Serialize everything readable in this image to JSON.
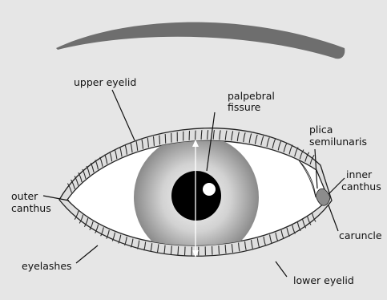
{
  "colors": {
    "background": "#e6e6e6",
    "eyebrow": "#6e6e6e",
    "lid_fill": "#dedede",
    "sclera": "#ffffff",
    "iris_center": "#f7f7f7",
    "iris_edge": "#8a8a8a",
    "pupil": "#000000",
    "caruncle": "#8c8c8c",
    "lines": "#222222"
  },
  "labels": {
    "upper_eyelid": "upper eyelid",
    "palpebral_1": "palpebral",
    "palpebral_2": "fissure",
    "plica_1": "plica",
    "plica_2": "semilunaris",
    "inner_1": "inner",
    "inner_2": "canthus",
    "outer_1": "outer",
    "outer_2": "canthus",
    "caruncle": "caruncle",
    "eyelashes": "eyelashes",
    "lower_eyelid": "lower eyelid"
  }
}
